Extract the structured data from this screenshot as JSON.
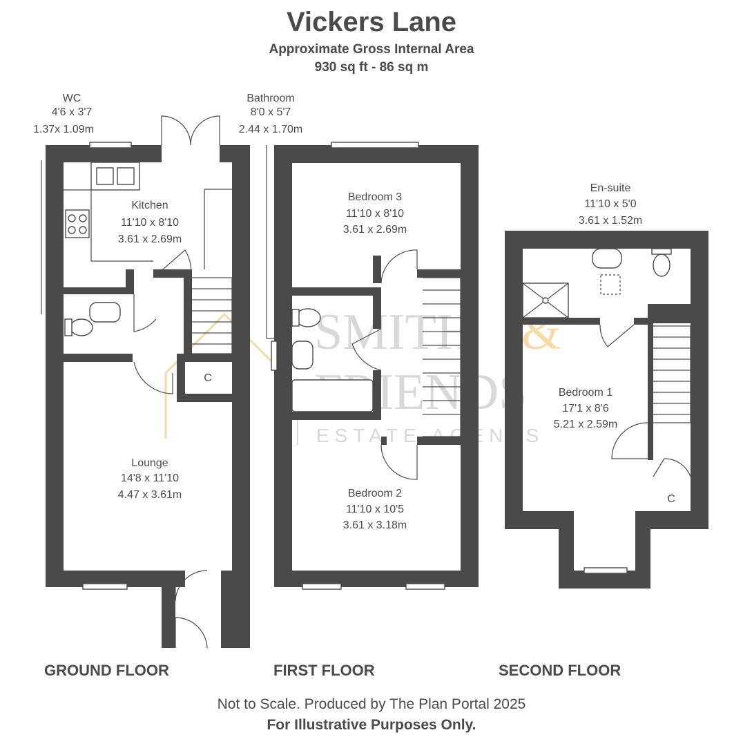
{
  "header": {
    "title": "Vickers Lane",
    "subtitle_line1": "Approximate Gross Internal Area",
    "subtitle_line2": "930 sq ft - 86 sq m"
  },
  "watermark": {
    "line1_a": "SMITH",
    "line1_amp": "&",
    "line2": "FRIENDS",
    "line3": "ESTATE AGENTS"
  },
  "rooms": {
    "wc": {
      "name": "WC",
      "imperial": "4'6 x 3'7",
      "metric": "1.37x 1.09m"
    },
    "bathroom": {
      "name": "Bathroom",
      "imperial": "8'0 x 5'7",
      "metric": "2.44 x 1.70m"
    },
    "kitchen": {
      "name": "Kitchen",
      "imperial": "11'10 x 8'10",
      "metric": "3.61 x 2.69m"
    },
    "lounge": {
      "name": "Lounge",
      "imperial": "14'8 x 11'10",
      "metric": "4.47 x 3.61m"
    },
    "cupboard_ground": {
      "name": "C"
    },
    "bedroom3": {
      "name": "Bedroom 3",
      "imperial": "11'10 x 8'10",
      "metric": "3.61 x 2.69m"
    },
    "bedroom2": {
      "name": "Bedroom 2",
      "imperial": "11'10 x 10'5",
      "metric": "3.61 x 3.18m"
    },
    "ensuite": {
      "name": "En-suite",
      "imperial": "11'10 x 5'0",
      "metric": "3.61 x 1.52m"
    },
    "bedroom1": {
      "name": "Bedroom 1",
      "imperial": "17'1 x 8'6",
      "metric": "5.21 x 2.59m"
    },
    "cupboard_second": {
      "name": "C"
    }
  },
  "floors": {
    "ground": "GROUND FLOOR",
    "first": "FIRST FLOOR",
    "second": "SECOND FLOOR"
  },
  "footer": {
    "line1": "Not to Scale. Produced by The Plan Portal 2025",
    "line2": "For Illustrative Purposes Only."
  },
  "colors": {
    "wall": "#4a4a4a",
    "text": "#4a4a4a",
    "watermark_grey": "#d8d8d8",
    "watermark_orange": "#f7d9a8"
  }
}
